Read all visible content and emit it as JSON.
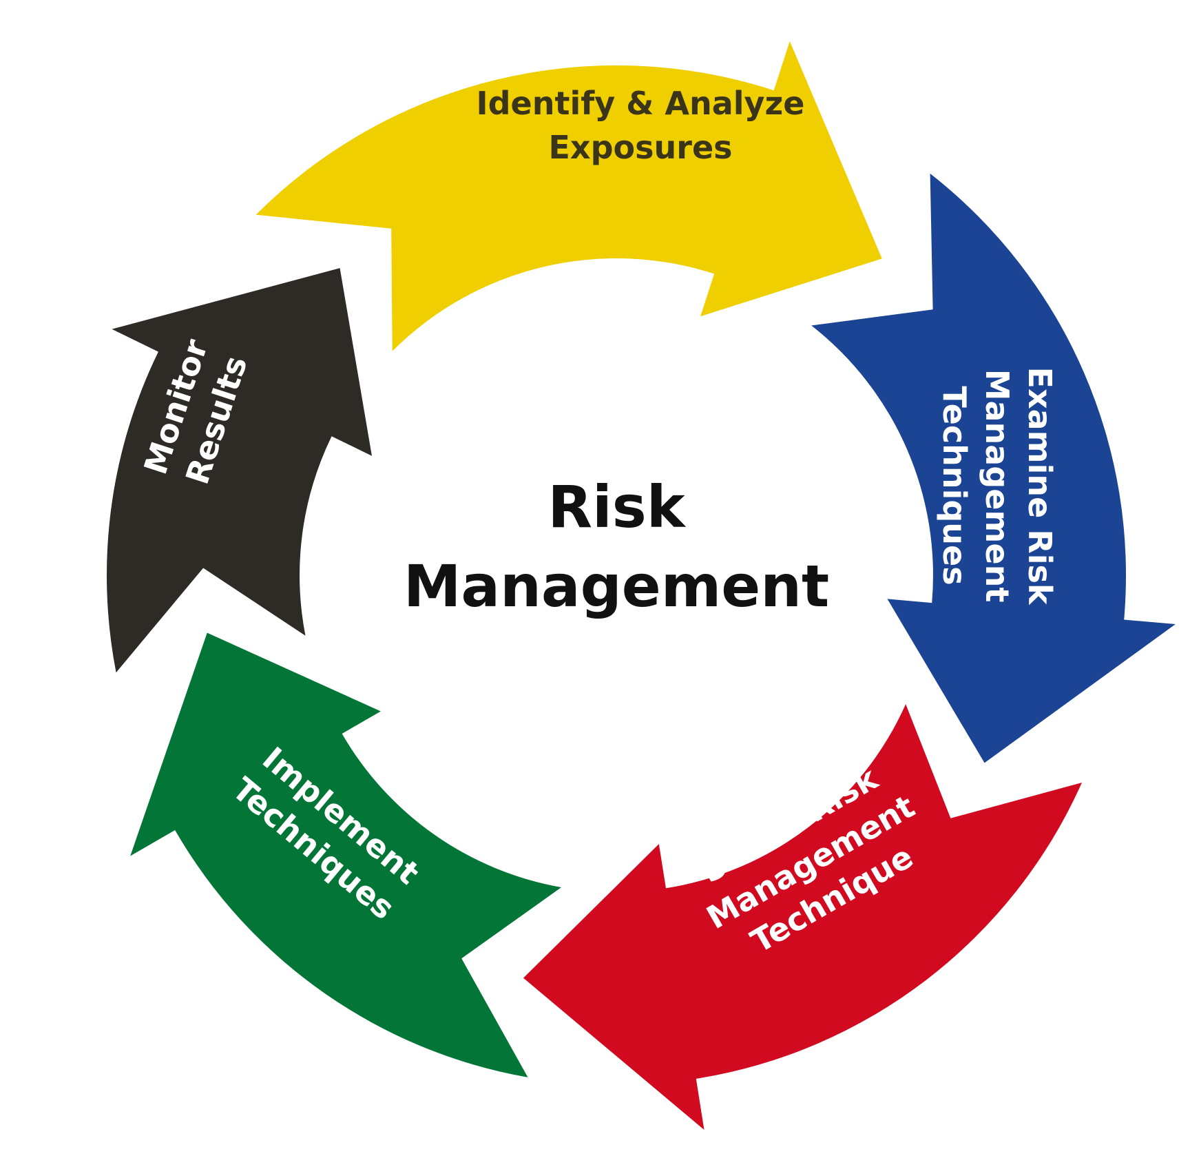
{
  "center": {
    "line1": "Risk",
    "line2": "Management"
  },
  "steps": [
    {
      "id": "identify",
      "color": "#EFCF00",
      "text_color": "#3a3418",
      "lines": [
        "Identify & Analyze",
        "Exposures"
      ]
    },
    {
      "id": "examine",
      "color": "#1B4495",
      "text_color": "#ffffff",
      "lines": [
        "Examine Risk",
        "Management",
        "Techniques"
      ]
    },
    {
      "id": "select",
      "color": "#D10A20",
      "text_color": "#ffffff",
      "lines": [
        "Select Risk",
        "Management",
        "Technique"
      ]
    },
    {
      "id": "implement",
      "color": "#037536",
      "text_color": "#ffffff",
      "lines": [
        "Implement",
        "Techniques"
      ]
    },
    {
      "id": "monitor",
      "color": "#2E2A26",
      "text_color": "#ffffff",
      "lines": [
        "Monitor",
        "Results"
      ]
    }
  ]
}
